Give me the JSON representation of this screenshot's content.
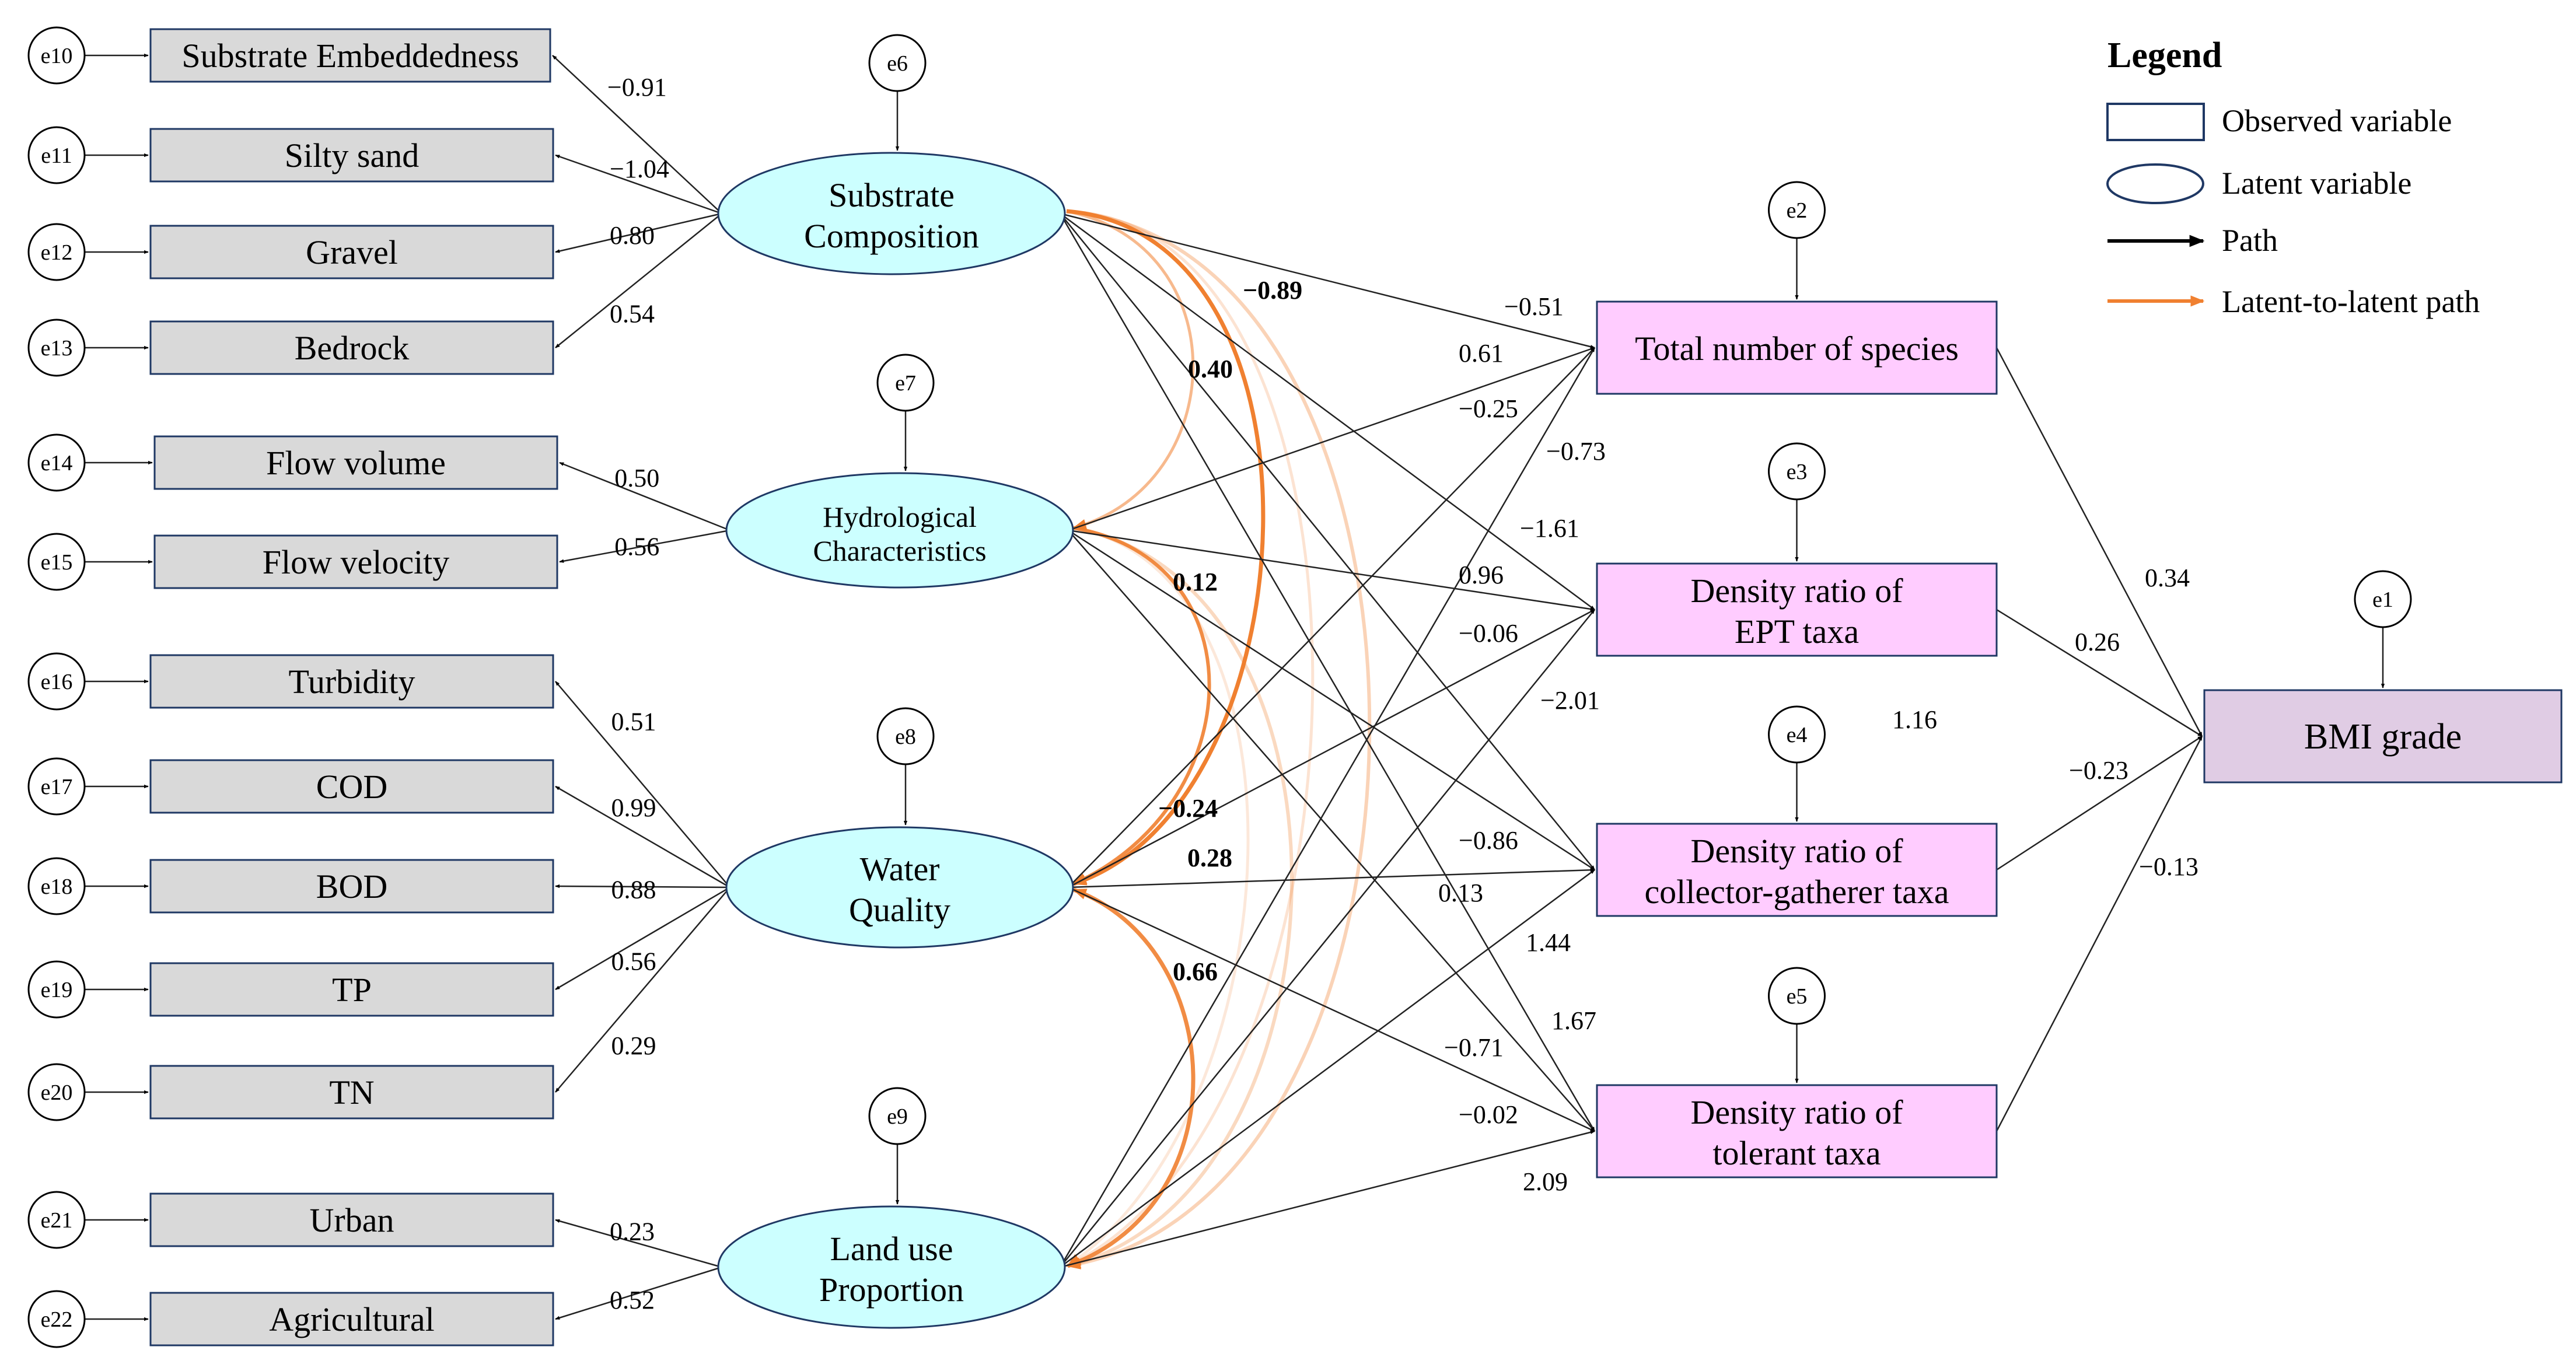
{
  "observed": [
    {
      "id": "substrate-embeddedness",
      "label": "Substrate Embeddedness",
      "error": "e10",
      "coef": "−0.91"
    },
    {
      "id": "silty-sand",
      "label": "Silty sand",
      "error": "e11",
      "coef": "−1.04"
    },
    {
      "id": "gravel",
      "label": "Gravel",
      "error": "e12",
      "coef": "0.80"
    },
    {
      "id": "bedrock",
      "label": "Bedrock",
      "error": "e13",
      "coef": "0.54"
    },
    {
      "id": "flow-volume",
      "label": "Flow volume",
      "error": "e14",
      "coef": "0.50"
    },
    {
      "id": "flow-velocity",
      "label": "Flow velocity",
      "error": "e15",
      "coef": "0.56"
    },
    {
      "id": "turbidity",
      "label": "Turbidity",
      "error": "e16",
      "coef": "0.51"
    },
    {
      "id": "cod",
      "label": "COD",
      "error": "e17",
      "coef": "0.99"
    },
    {
      "id": "bod",
      "label": "BOD",
      "error": "e18",
      "coef": "0.88"
    },
    {
      "id": "tp",
      "label": "TP",
      "error": "e19",
      "coef": "0.56"
    },
    {
      "id": "tn",
      "label": "TN",
      "error": "e20",
      "coef": "0.29"
    },
    {
      "id": "urban",
      "label": "Urban",
      "error": "e21",
      "coef": "0.23"
    },
    {
      "id": "agricultural",
      "label": "Agricultural",
      "error": "e22",
      "coef": "0.52"
    }
  ],
  "latent": [
    {
      "id": "substrate-composition",
      "line1": "Substrate",
      "line2": "Composition",
      "error": "e6"
    },
    {
      "id": "hydrological-characteristics",
      "line1": "Hydrological",
      "line2": "Characteristics",
      "error": "e7"
    },
    {
      "id": "water-quality",
      "line1": "Water",
      "line2": "Quality",
      "error": "e8"
    },
    {
      "id": "land-use-proportion",
      "line1": "Land use",
      "line2": "Proportion",
      "error": "e9"
    }
  ],
  "outcomes": [
    {
      "id": "total-species",
      "line1": "Total number of species",
      "line2": "",
      "error": "e2"
    },
    {
      "id": "ept",
      "line1": "Density ratio of",
      "line2": "EPT taxa",
      "error": "e3"
    },
    {
      "id": "collector",
      "line1": "Density ratio of",
      "line2": "collector-gatherer taxa",
      "error": "e4"
    },
    {
      "id": "tolerant",
      "line1": "Density ratio of",
      "line2": "tolerant taxa",
      "error": "e5"
    }
  ],
  "bmi": {
    "label": "BMI grade",
    "error": "e1"
  },
  "latent_to_outcome": [
    {
      "from": "substrate-composition",
      "to": "total-species",
      "coef": "−0.51"
    },
    {
      "from": "substrate-composition",
      "to": "ept",
      "coef": "−1.61"
    },
    {
      "from": "substrate-composition",
      "to": "collector",
      "coef": "1.16"
    },
    {
      "from": "substrate-composition",
      "to": "tolerant",
      "coef": "1.67"
    },
    {
      "from": "hydrological-characteristics",
      "to": "total-species",
      "coef": "0.61"
    },
    {
      "from": "hydrological-characteristics",
      "to": "ept",
      "coef": "0.96"
    },
    {
      "from": "hydrological-characteristics",
      "to": "collector",
      "coef": "−0.86"
    },
    {
      "from": "hydrological-characteristics",
      "to": "tolerant",
      "coef": "1.44"
    },
    {
      "from": "water-quality",
      "to": "total-species",
      "coef": "−0.25"
    },
    {
      "from": "water-quality",
      "to": "ept",
      "coef": "−0.06"
    },
    {
      "from": "water-quality",
      "to": "collector",
      "coef": "0.13"
    },
    {
      "from": "water-quality",
      "to": "tolerant",
      "coef": "−0.71"
    },
    {
      "from": "land-use-proportion",
      "to": "total-species",
      "coef": "−0.73"
    },
    {
      "from": "land-use-proportion",
      "to": "ept",
      "coef": "−2.01"
    },
    {
      "from": "land-use-proportion",
      "to": "collector",
      "coef": "−0.02"
    },
    {
      "from": "land-use-proportion",
      "to": "tolerant",
      "coef": "2.09"
    }
  ],
  "outcome_to_bmi": [
    {
      "from": "total-species",
      "coef": "0.34"
    },
    {
      "from": "ept",
      "coef": "0.26"
    },
    {
      "from": "collector",
      "coef": "−0.23"
    },
    {
      "from": "tolerant",
      "coef": "−0.13"
    }
  ],
  "latent_paths": [
    {
      "from": "substrate-composition",
      "to": "hydrological-characteristics",
      "coef": "0.40"
    },
    {
      "from": "substrate-composition",
      "to": "water-quality",
      "coef": "−0.89"
    },
    {
      "from": "substrate-composition",
      "to": "land-use-proportion",
      "coef": ""
    },
    {
      "from": "hydrological-characteristics",
      "to": "water-quality",
      "coef": "0.12"
    },
    {
      "from": "hydrological-characteristics",
      "to": "land-use-proportion",
      "coef": ""
    },
    {
      "from": "land-use-proportion",
      "to": "water-quality",
      "coef": "0.66"
    },
    {
      "extra_label": "−0.24"
    },
    {
      "extra_label": "0.28"
    }
  ],
  "legend": {
    "title": "Legend",
    "observed": "Observed variable",
    "latent": "Latent variable",
    "path": "Path",
    "latent_path": "Latent-to-latent path"
  },
  "colors": {
    "observed_fill": "#d9d9d9",
    "latent_fill": "#ccffff",
    "outcome_fill": "#ffccff",
    "bmi_fill": "#e0cce4",
    "border": "#1f3864",
    "latent_path": "#f08030"
  }
}
